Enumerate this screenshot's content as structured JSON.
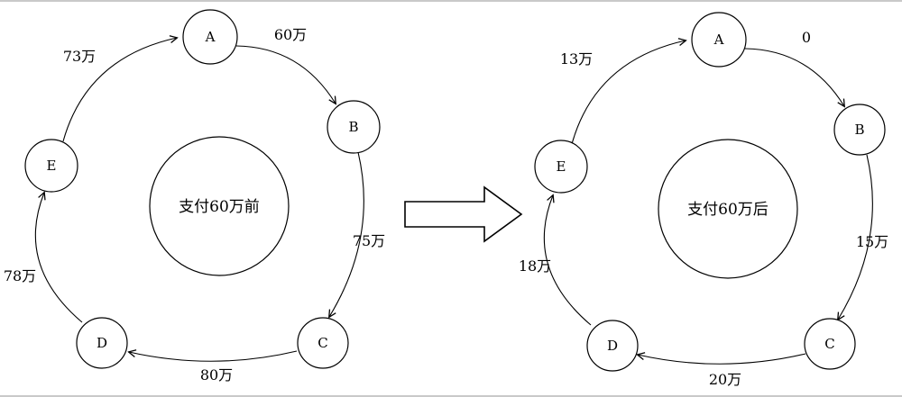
{
  "diagrams": {
    "left": {
      "center_label": "支付60万前",
      "nodes": {
        "a": "A",
        "b": "B",
        "c": "C",
        "d": "D",
        "e": "E"
      },
      "edges": {
        "e_to_a": "73万",
        "a_to_b": "60万",
        "b_to_c": "75万",
        "c_to_d": "80万",
        "d_to_e": "78万"
      }
    },
    "right": {
      "center_label": "支付60万后",
      "nodes": {
        "a": "A",
        "b": "B",
        "c": "C",
        "d": "D",
        "e": "E"
      },
      "edges": {
        "e_to_a": "13万",
        "a_to_b": "0",
        "b_to_c": "15万",
        "c_to_d": "20万",
        "d_to_e": "18万"
      }
    }
  },
  "colors": {
    "stroke": "#000000",
    "background": "#ffffff"
  }
}
